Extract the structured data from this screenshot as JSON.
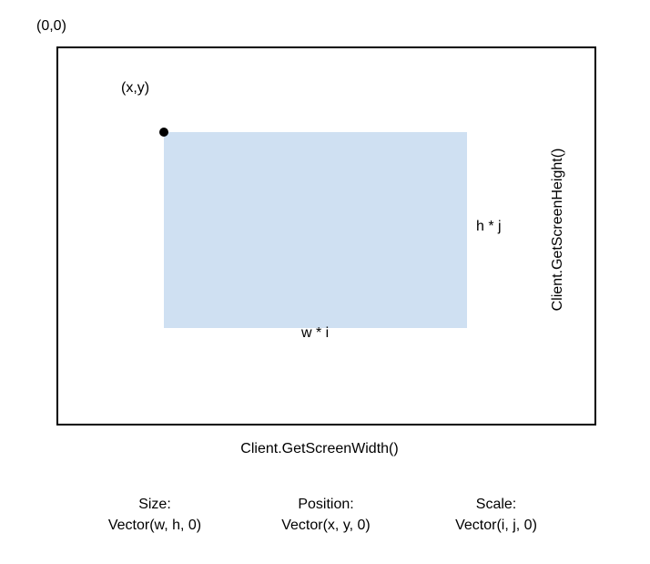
{
  "diagram": {
    "origin_label": "(0,0)",
    "point_label": "(x,y)",
    "screen_width_label": "Client.GetScreenWidth()",
    "screen_height_label": "Client.GetScreenHeight()",
    "element_width_label": "w * i",
    "element_height_label": "h * j",
    "colors": {
      "element_fill": "#cfe0f2",
      "frame_stroke": "#000000",
      "anchor_dot": "#000000",
      "text": "#000000",
      "background": "#ffffff"
    }
  },
  "legend": {
    "items": [
      {
        "title": "Size:",
        "value": "Vector(w, h, 0)"
      },
      {
        "title": "Position:",
        "value": "Vector(x, y, 0)"
      },
      {
        "title": "Scale:",
        "value": "Vector(i, j, 0)"
      }
    ]
  }
}
